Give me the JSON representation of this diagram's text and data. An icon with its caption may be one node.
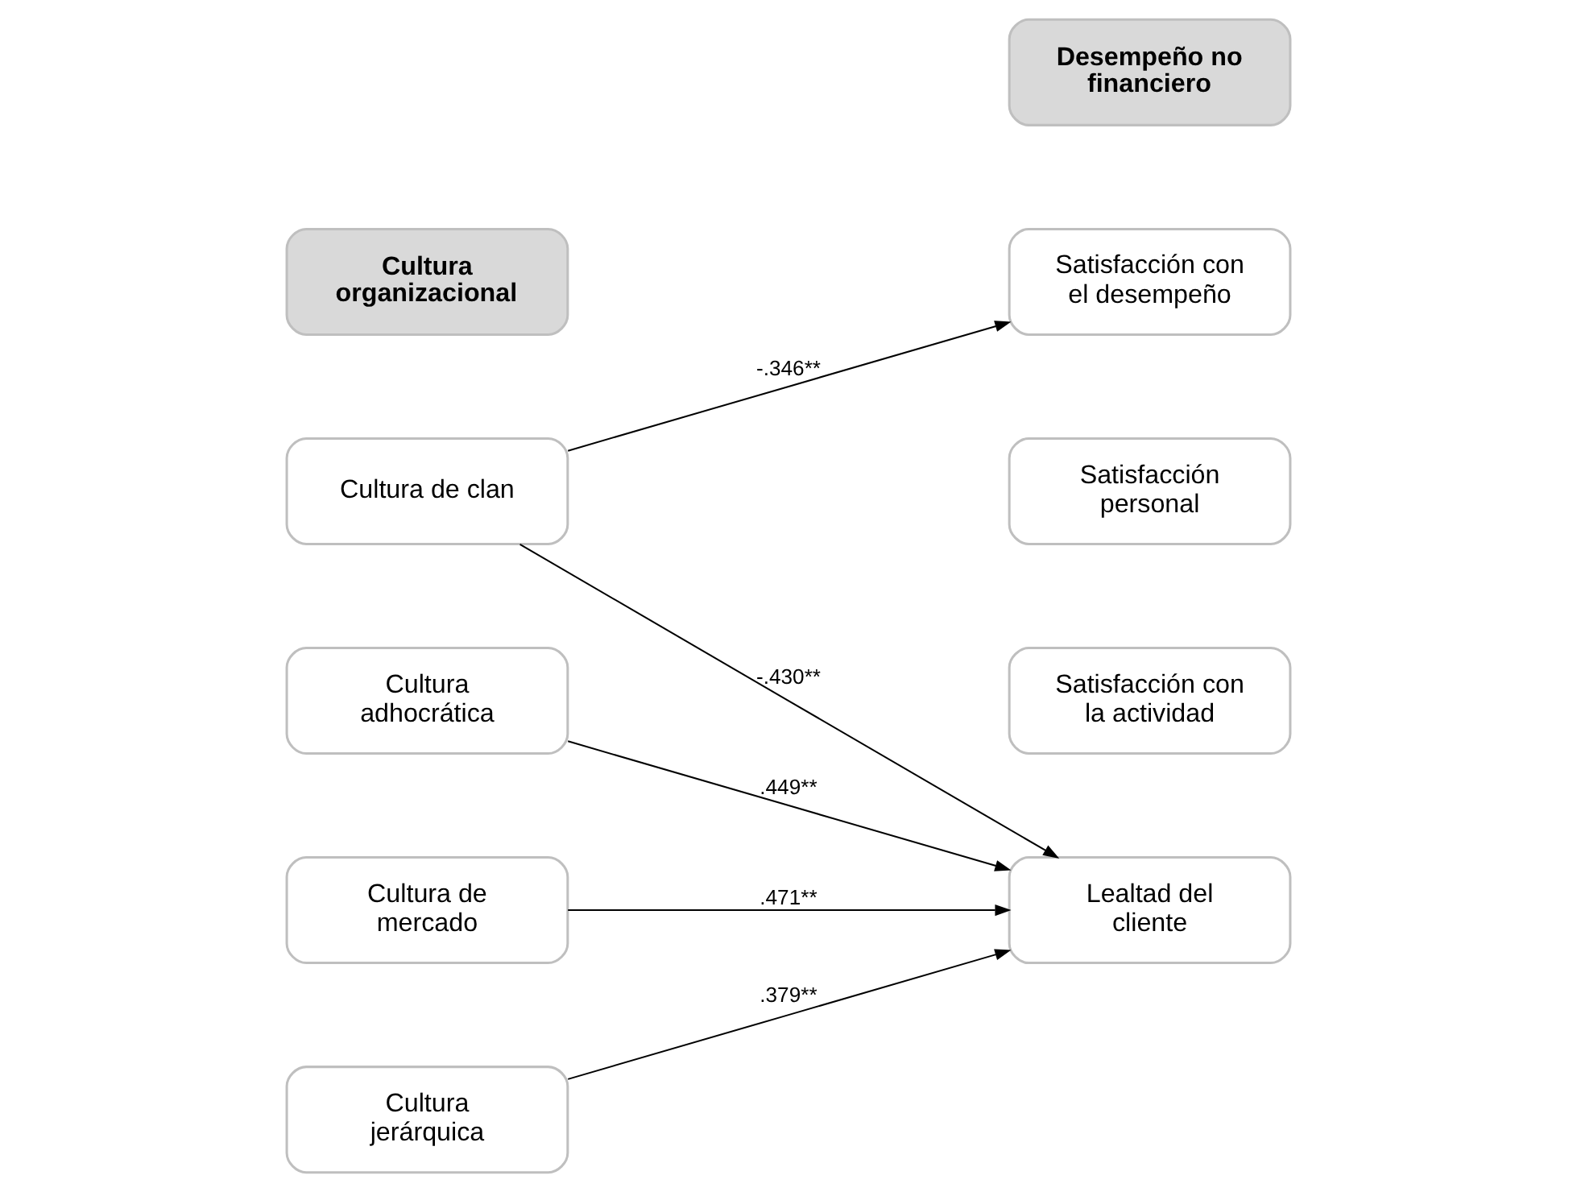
{
  "diagram": {
    "nodes": [
      {
        "text": [
          "Cultura organizacional"
        ]
      },
      {
        "text": [
          "Desempeño no financiero"
        ]
      },
      {
        "text": [
          "Cultura de clan"
        ]
      },
      {
        "text": [
          "Satisfacción con el desempeño"
        ]
      },
      {
        "text": [
          "Cultura adhocrática"
        ]
      },
      {
        "text": [
          "Satisfacción personal"
        ]
      },
      {
        "text": [
          "Cultura de mercado"
        ]
      },
      {
        "text": [
          "Satisfacción con la actividad"
        ]
      },
      {
        "text": [
          "Cultura jerárquica"
        ]
      },
      {
        "text": [
          "Lealtad del cliente"
        ]
      }
    ],
    "edges": [
      {
        "from": 2,
        "to": 3,
        "arrow": "to",
        "label": "-.346**"
      },
      {
        "from": 2,
        "to": 9,
        "arrow": "to",
        "label": "-.430**"
      },
      {
        "from": 4,
        "to": 9,
        "arrow": "to",
        "label": ".449**"
      },
      {
        "from": 6,
        "to": 9,
        "arrow": "to",
        "label": ".471**"
      },
      {
        "from": 8,
        "to": 9,
        "arrow": "to",
        "label": ".379**"
      }
    ]
  }
}
